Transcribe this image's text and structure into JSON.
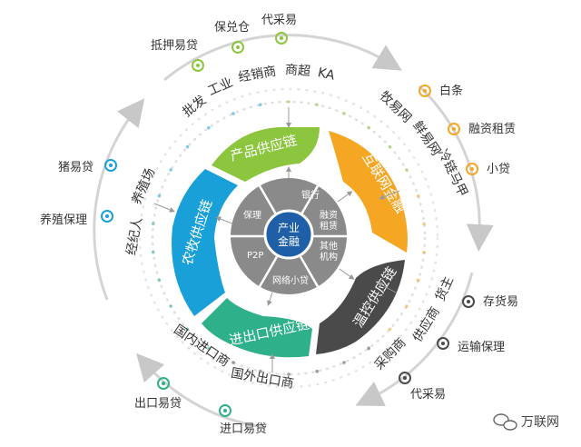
{
  "center": {
    "line1": "产业",
    "line2": "金融",
    "color": "#1f5fa8"
  },
  "hub": {
    "color": "#8a8a8a",
    "items": [
      {
        "label": "银行"
      },
      {
        "label": "融资",
        "label2": "租赁"
      },
      {
        "label": "其他",
        "label2": "机构"
      },
      {
        "label": "网络小贷"
      },
      {
        "label": "P2P"
      },
      {
        "label": "保理"
      }
    ]
  },
  "segments": [
    {
      "label": "产品供应链",
      "color": "#8cc63f"
    },
    {
      "label": "互联网金融",
      "color": "#f5a623"
    },
    {
      "label": "温控供应链",
      "color": "#4a4a4a"
    },
    {
      "label": "进出口供应链",
      "color": "#2eb08a"
    },
    {
      "label": "农牧供应链",
      "color": "#1aa0d8"
    }
  ],
  "mid_labels": [
    {
      "text": "批发"
    },
    {
      "text": "工业"
    },
    {
      "text": "经销商"
    },
    {
      "text": "商超"
    },
    {
      "text": "KA"
    },
    {
      "text": "牧易网"
    },
    {
      "text": "鲜易网"
    },
    {
      "text": "冷链马甲"
    },
    {
      "text": "货主"
    },
    {
      "text": "供应商"
    },
    {
      "text": "采购商"
    },
    {
      "text": "国内进口商"
    },
    {
      "text": "国外出口商"
    },
    {
      "text": "养殖场"
    },
    {
      "text": "经纪人"
    }
  ],
  "outer_labels": [
    {
      "text": "抵押易贷",
      "color": "#8cc63f"
    },
    {
      "text": "保兑仓",
      "color": "#8cc63f"
    },
    {
      "text": "代采易",
      "color": "#8cc63f"
    },
    {
      "text": "白条",
      "color": "#f5a623"
    },
    {
      "text": "融资租赁",
      "color": "#f5a623"
    },
    {
      "text": "小贷",
      "color": "#f5a623"
    },
    {
      "text": "存货易",
      "color": "#4a4a4a"
    },
    {
      "text": "运输保理",
      "color": "#4a4a4a"
    },
    {
      "text": "代采易",
      "color": "#4a4a4a"
    },
    {
      "text": "进口易贷",
      "color": "#2eb08a"
    },
    {
      "text": "出口易贷",
      "color": "#2eb08a"
    },
    {
      "text": "养殖保理",
      "color": "#1aa0d8"
    },
    {
      "text": "猪易贷",
      "color": "#1aa0d8"
    }
  ],
  "watermark": {
    "text": "万联网"
  }
}
